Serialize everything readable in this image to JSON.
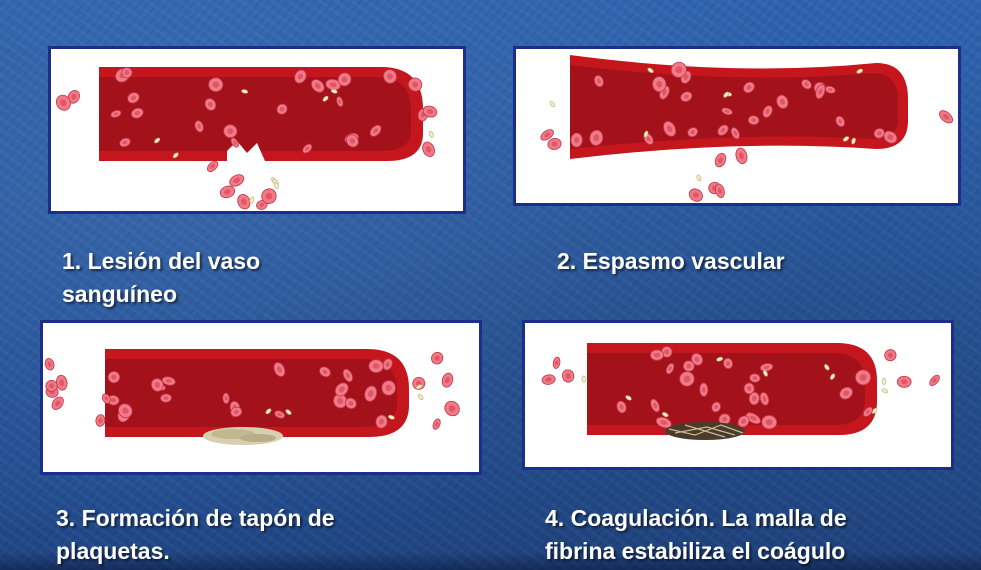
{
  "steps": [
    {
      "number": "1.",
      "lines": [
        "Lesión del vaso",
        "sanguíneo"
      ]
    },
    {
      "number": "2.",
      "lines": [
        "Espasmo vascular"
      ]
    },
    {
      "number": "3.",
      "lines": [
        "Formación de tapón de",
        "plaquetas."
      ]
    },
    {
      "number": "4.",
      "lines": [
        "Coagulación. La malla de",
        "fibrina estabiliza el coágulo"
      ]
    }
  ],
  "colors": {
    "background": "#2a5aa2",
    "panel_border": "#1b2e8c",
    "vessel_wall": "#c4161c",
    "vessel_lumen": "#a3121a",
    "red_cell": "#f07a86",
    "red_cell_center": "#d9475a",
    "platelet": "#f4edc8",
    "platelet_plug": "#d8cfae",
    "fibrin_clot": "#4a3a2c",
    "caption_text": "#ffffff"
  },
  "icons": [
    "blood-vessel-illustration",
    "red-blood-cell-icon",
    "platelet-icon",
    "platelet-plug-icon",
    "fibrin-clot-icon"
  ]
}
